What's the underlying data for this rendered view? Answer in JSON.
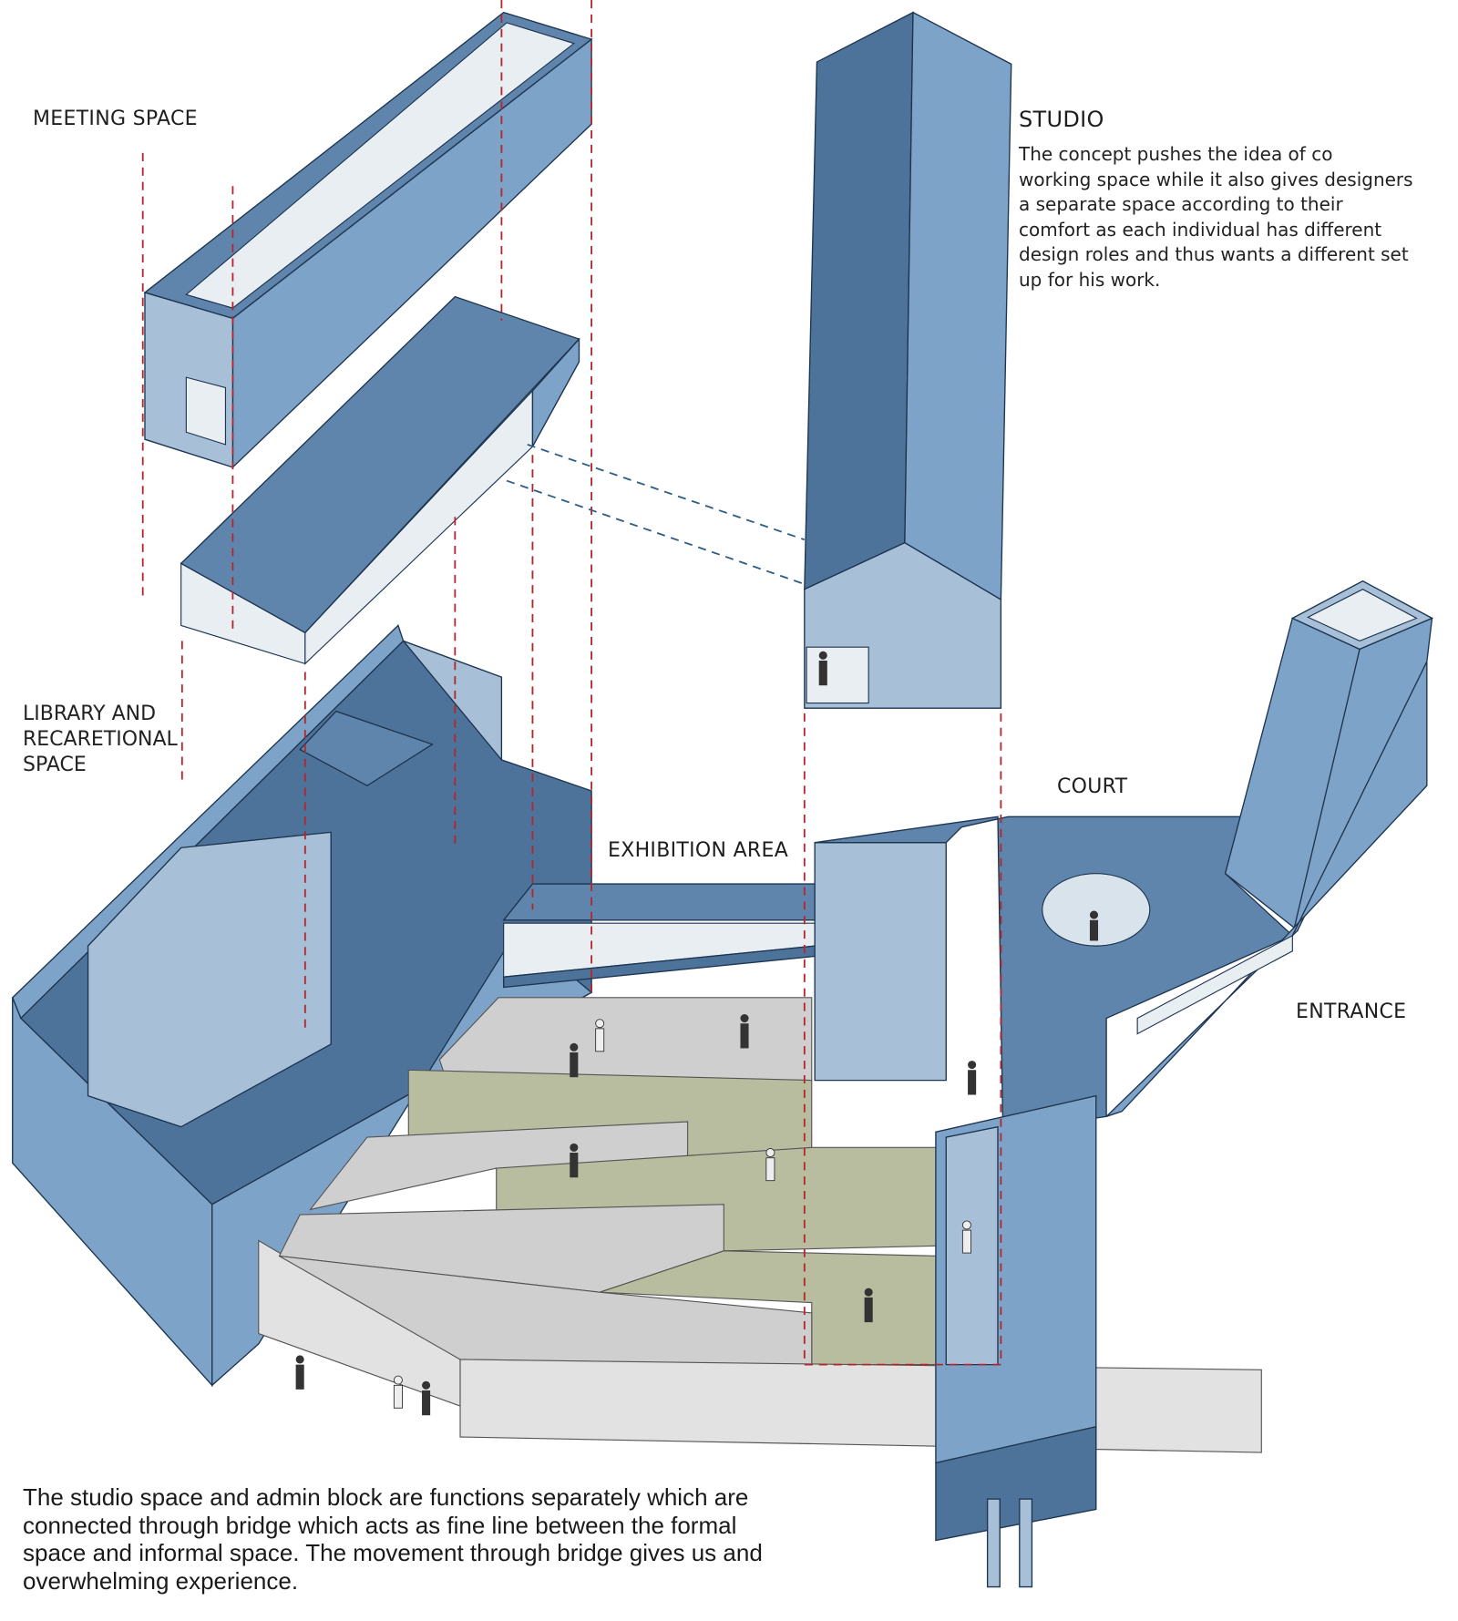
{
  "labels": {
    "meeting_space": "MEETING SPACE",
    "studio": "STUDIO",
    "library": [
      "LIBRARY AND",
      "RECARETIONAL",
      "SPACE"
    ],
    "court": "COURT",
    "exhibition_area": "EXHIBITION AREA",
    "entrance": "ENTRANCE"
  },
  "studio_description": [
    "The concept pushes the idea of co",
    "working space while it also gives designers",
    "a separate space according to their",
    "comfort as each individual has different",
    "design roles and thus wants a different set",
    "up for his work."
  ],
  "caption": [
    "The studio space and admin block are functions separately which are",
    "connected through bridge which acts as fine line between the formal",
    "space and informal space. The movement through bridge gives us and",
    "overwhelming experience."
  ],
  "colors": {
    "roof": "#5f85ad",
    "wall": "#7ea3c8",
    "wall_light": "#a7bfd7",
    "steps": "#cfcfcf",
    "lawn": "#b9bd9f",
    "alignment_line": "#b3262b"
  }
}
